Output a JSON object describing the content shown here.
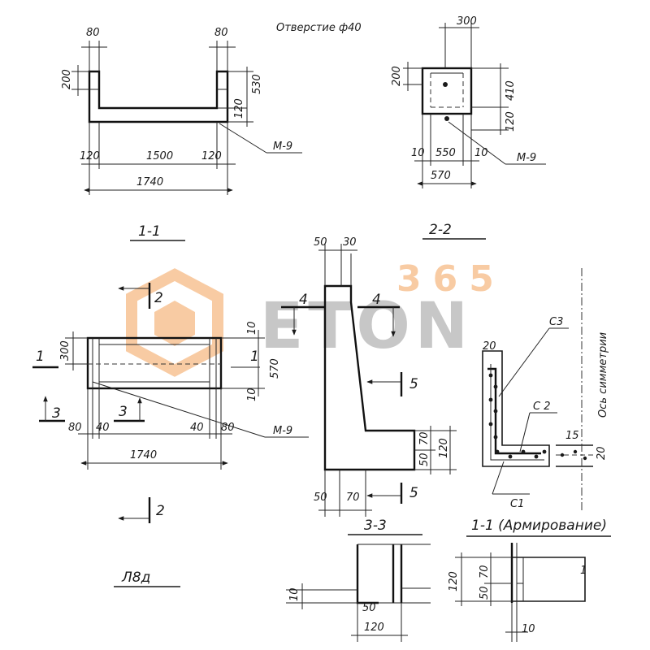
{
  "colors": {
    "ink": "#1a1a1a",
    "watermark_orange": "#f4a259",
    "watermark_gray": "#9a9a9a"
  },
  "watermark": {
    "brand": "ETON",
    "number": "365"
  },
  "top_left": {
    "d80_left": "80",
    "d80_right": "80",
    "d200": "200",
    "d530": "530",
    "d120v": "120",
    "d120_left": "120",
    "d1500": "1500",
    "d120_right": "120",
    "d1740": "1740",
    "m9": "M-9"
  },
  "top_right": {
    "hole_note": "Отверстие ф40",
    "d300": "300",
    "d200": "200",
    "d410": "410",
    "d120": "120",
    "d10_left": "10",
    "d550": "550",
    "d10_right": "10",
    "d570": "570",
    "m9": "M-9"
  },
  "plan": {
    "title": "1-1",
    "section2_top": "2",
    "section2_bottom": "2",
    "section1_left": "1",
    "section1_right": "1",
    "section3_left": "3",
    "section3_right": "3",
    "d300": "300",
    "d10_top": "10",
    "d570": "570",
    "d10_bottom": "10",
    "d80_left": "80",
    "d40_left": "40",
    "d40_right": "40",
    "d80_right": "80",
    "d1740": "1740",
    "m9": "M-9",
    "mark": "Л8д"
  },
  "section22": {
    "title": "2-2",
    "d50_top": "50",
    "d30_top": "30",
    "sec4_left": "4",
    "sec4_right": "4",
    "sec5_top": "5",
    "sec5_bottom": "5",
    "d70": "70",
    "d120": "120",
    "d50_right": "50",
    "d50_bottom": "50",
    "d70_bottom": "70"
  },
  "reinforcement": {
    "c3": "С3",
    "c2": "С 2",
    "c1": "С1",
    "d20_top": "20",
    "d15": "15",
    "d20_right": "20",
    "axis_note": "Ось симметрии"
  },
  "section33": {
    "title": "3-3",
    "d10": "10",
    "d50": "50",
    "d120": "120"
  },
  "section11a": {
    "title": "1-1 (Армирование)",
    "d120": "120",
    "d70": "70",
    "d50": "50",
    "d10": "10",
    "label1": "1"
  }
}
